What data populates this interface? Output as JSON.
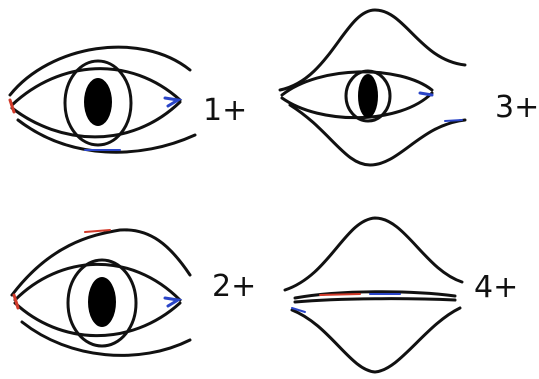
{
  "labels": {
    "grade_1": "1+",
    "grade_2": "2+",
    "grade_3": "3+",
    "grade_4": "4+"
  },
  "colors": {
    "stroke": "#111111",
    "pupil": "#000000",
    "accent_red": "#d23a2a",
    "accent_blue": "#2a45c8",
    "background": "#ffffff"
  }
}
